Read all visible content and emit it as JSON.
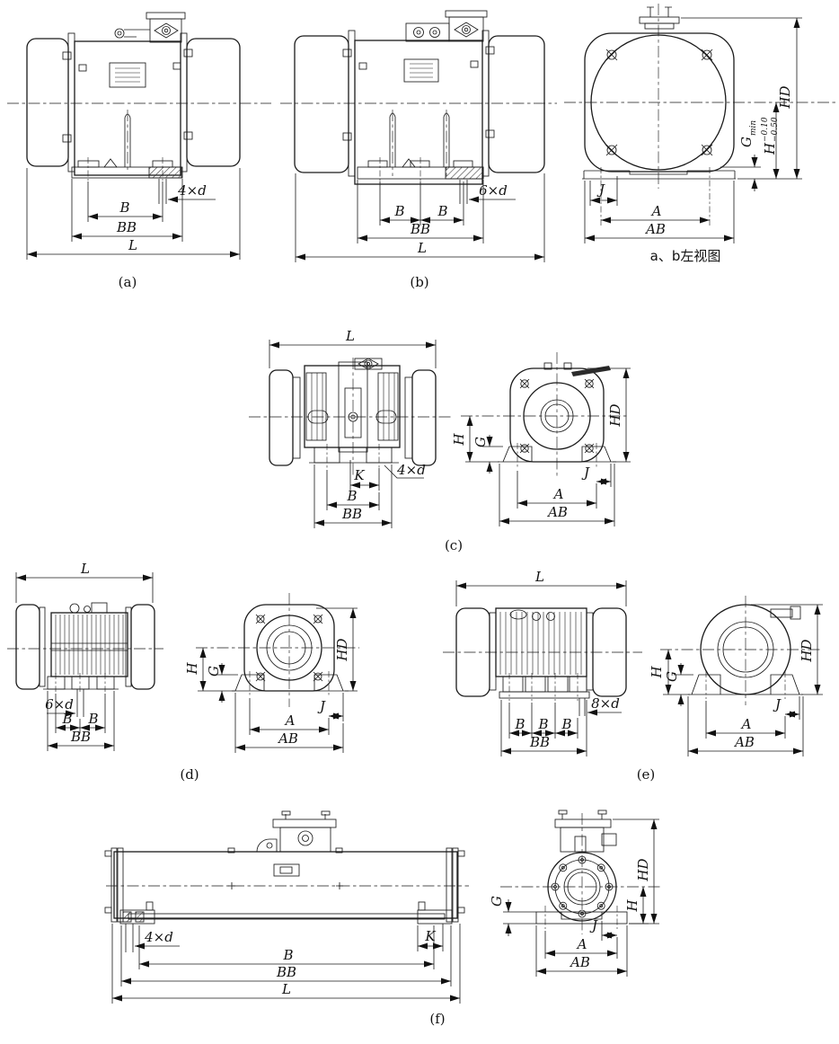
{
  "labels": {
    "L": "L",
    "B": "B",
    "BB": "BB",
    "A": "A",
    "AB": "AB",
    "HD": "HD",
    "H": "H",
    "G": "G",
    "J": "J",
    "K": "K"
  },
  "holes": {
    "h4": "4×d",
    "h6": "6×d",
    "h8": "8×d"
  },
  "tol": {
    "g_base": "G",
    "g_sub": "min",
    "h_base": "H",
    "h_upper": "−0.10",
    "h_lower": "−0.50"
  },
  "captions": {
    "a": "(a)",
    "b": "(b)",
    "c": "(c)",
    "d": "(d)",
    "e": "(e)",
    "f": "(f)",
    "ab_left_view": "a、b左视图"
  }
}
